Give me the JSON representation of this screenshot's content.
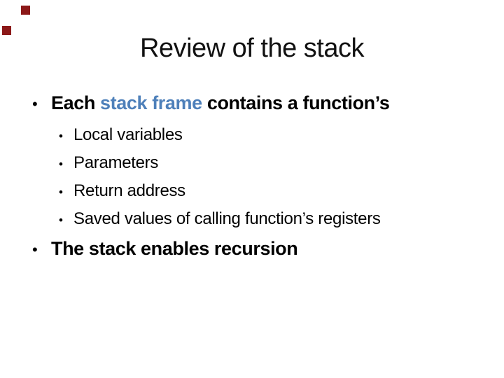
{
  "slide": {
    "title": "Review of the stack",
    "bullet_marker": "•",
    "main_bullet_1": {
      "prefix": "Each ",
      "highlight": "stack frame",
      "suffix": " contains a function’s"
    },
    "sub_bullets": [
      "Local variables",
      "Parameters",
      "Return address",
      "Saved values of calling function’s registers"
    ],
    "main_bullet_2": "The stack enables recursion",
    "colors": {
      "background": "#FFFFFF",
      "text": "#000000",
      "highlight_blue": "#4E80BA",
      "decoration_red": "#8C1818"
    }
  }
}
